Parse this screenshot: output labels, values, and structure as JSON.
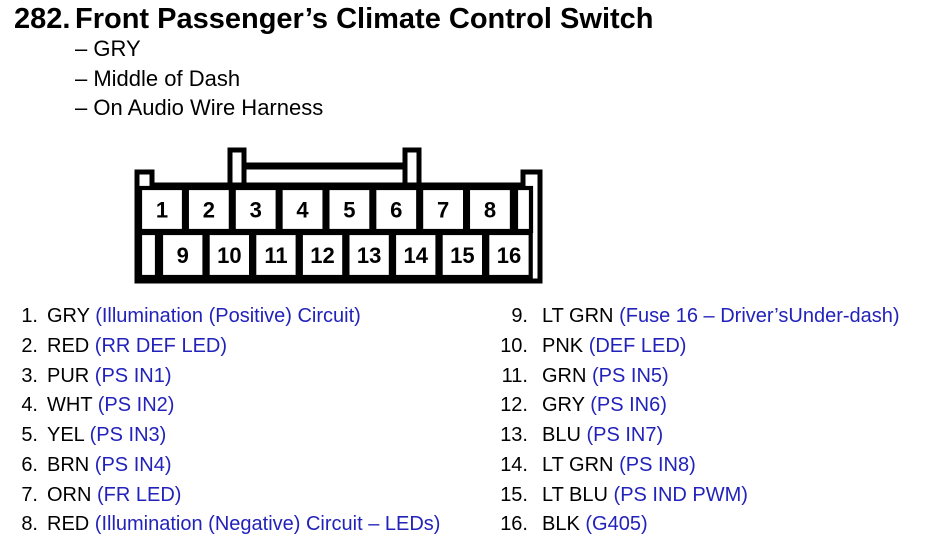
{
  "header": {
    "number": "282.",
    "title": "Front Passenger’s Climate Control Switch"
  },
  "notes": [
    "– GRY",
    "– Middle of Dash",
    "– On Audio Wire Harness"
  ],
  "connector": {
    "top_pins": [
      "1",
      "2",
      "3",
      "4",
      "5",
      "6",
      "7",
      "8"
    ],
    "bottom_pins": [
      "9",
      "10",
      "11",
      "12",
      "13",
      "14",
      "15",
      "16"
    ]
  },
  "pin_list": {
    "left": [
      {
        "num": "1.",
        "color": "GRY",
        "desc": "(Illumination (Positive) Circuit)"
      },
      {
        "num": "2.",
        "color": "RED",
        "desc": "(RR DEF LED)"
      },
      {
        "num": "3.",
        "color": "PUR",
        "desc": "(PS IN1)"
      },
      {
        "num": "4.",
        "color": "WHT",
        "desc": "(PS IN2)"
      },
      {
        "num": "5.",
        "color": "YEL",
        "desc": "(PS IN3)"
      },
      {
        "num": "6.",
        "color": "BRN",
        "desc": "(PS IN4)"
      },
      {
        "num": "7.",
        "color": "ORN",
        "desc": "(FR LED)"
      },
      {
        "num": "8.",
        "color": "RED",
        "desc": "(Illumination (Negative) Circuit – LEDs)"
      }
    ],
    "right": [
      {
        "num": "9.",
        "color": "LT GRN",
        "desc": "(Fuse 16 – Driver’sUnder-dash)"
      },
      {
        "num": "10.",
        "color": "PNK",
        "desc": "(DEF LED)"
      },
      {
        "num": "11.",
        "color": "GRN",
        "desc": "(PS IN5)"
      },
      {
        "num": "12.",
        "color": "GRY",
        "desc": "(PS IN6)"
      },
      {
        "num": "13.",
        "color": "BLU",
        "desc": "(PS IN7)"
      },
      {
        "num": "14.",
        "color": "LT GRN",
        "desc": "(PS IN8)"
      },
      {
        "num": "15.",
        "color": "LT BLU",
        "desc": "(PS IND PWM)"
      },
      {
        "num": "16.",
        "color": "BLK",
        "desc": "(G405)"
      }
    ]
  },
  "colors": {
    "ink": "#000000",
    "link_blue": "#2222bb",
    "paper": "#ffffff"
  }
}
